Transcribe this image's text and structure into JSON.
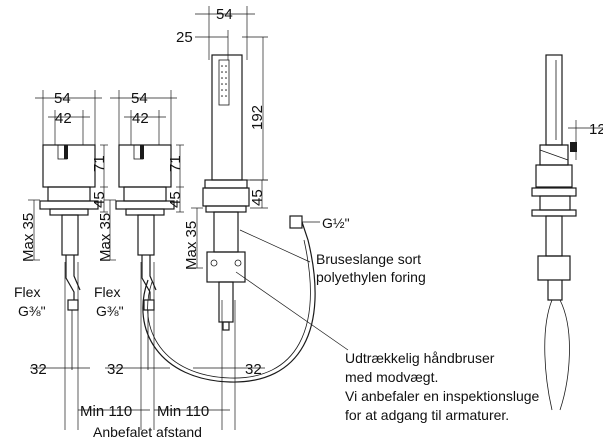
{
  "dimensions": {
    "mixer_width": "54",
    "mixer_inner": "42",
    "mixer_height": "71",
    "mixer_base": "45",
    "max_depth": "Max 35",
    "bottom_offset": "32",
    "handshower_width": "54",
    "handshower_offset": "25",
    "handshower_height": "192",
    "handshower_base": "45",
    "handshower_bottom": "32",
    "side_offset": "12",
    "min_spacing": "Min 110"
  },
  "labels": {
    "flex": "Flex",
    "flex_thread": "G⅜\"",
    "hose_thread": "G½\"",
    "hose_line1": "Bruseslange sort",
    "hose_line2": "polyethylen foring",
    "pullout_line1": "Udtrækkelig håndbruser",
    "pullout_line2": "med modvægt.",
    "pullout_line3": "Vi anbefaler en inspektionsluge",
    "pullout_line4": "for at adgang til armaturer.",
    "recommended_distance": "Anbefalet afstand"
  },
  "colors": {
    "line": "#1a1a1a",
    "background": "#ffffff"
  }
}
